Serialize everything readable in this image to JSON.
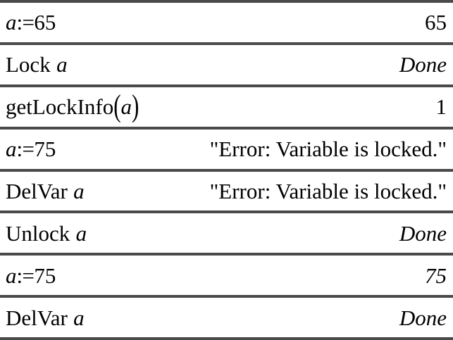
{
  "table": {
    "border_color": "#4a4a4a",
    "background_color": "#ffffff",
    "text_color": "#000000",
    "rows": [
      {
        "expr_var": "a",
        "expr_op": ":=",
        "expr_operand": "65",
        "expr_text": "a:=65",
        "result": "65",
        "result_style": "plain"
      },
      {
        "expr_keyword": "Lock",
        "expr_var": "a",
        "expr_text": "Lock a",
        "result": "Done",
        "result_style": "italic"
      },
      {
        "expr_keyword": "getLockInfo",
        "expr_var": "a",
        "expr_text": "getLockInfo(a)",
        "result": "1",
        "result_style": "plain"
      },
      {
        "expr_var": "a",
        "expr_op": ":=",
        "expr_operand": "75",
        "expr_text": "a:=75",
        "result": "\"Error: Variable is locked.\"",
        "result_style": "string"
      },
      {
        "expr_keyword": "DelVar",
        "expr_var": "a",
        "expr_text": "DelVar a",
        "result": "\"Error: Variable is locked.\"",
        "result_style": "string"
      },
      {
        "expr_keyword": "Unlock",
        "expr_var": "a",
        "expr_text": "Unlock a",
        "result": "Done",
        "result_style": "italic"
      },
      {
        "expr_var": "a",
        "expr_op": ":=",
        "expr_operand": "75",
        "expr_text": "a:=75",
        "result": "75",
        "result_style": "plain"
      },
      {
        "expr_keyword": "DelVar",
        "expr_var": "a",
        "expr_text": "DelVar a",
        "result": "Done",
        "result_style": "italic"
      }
    ]
  }
}
